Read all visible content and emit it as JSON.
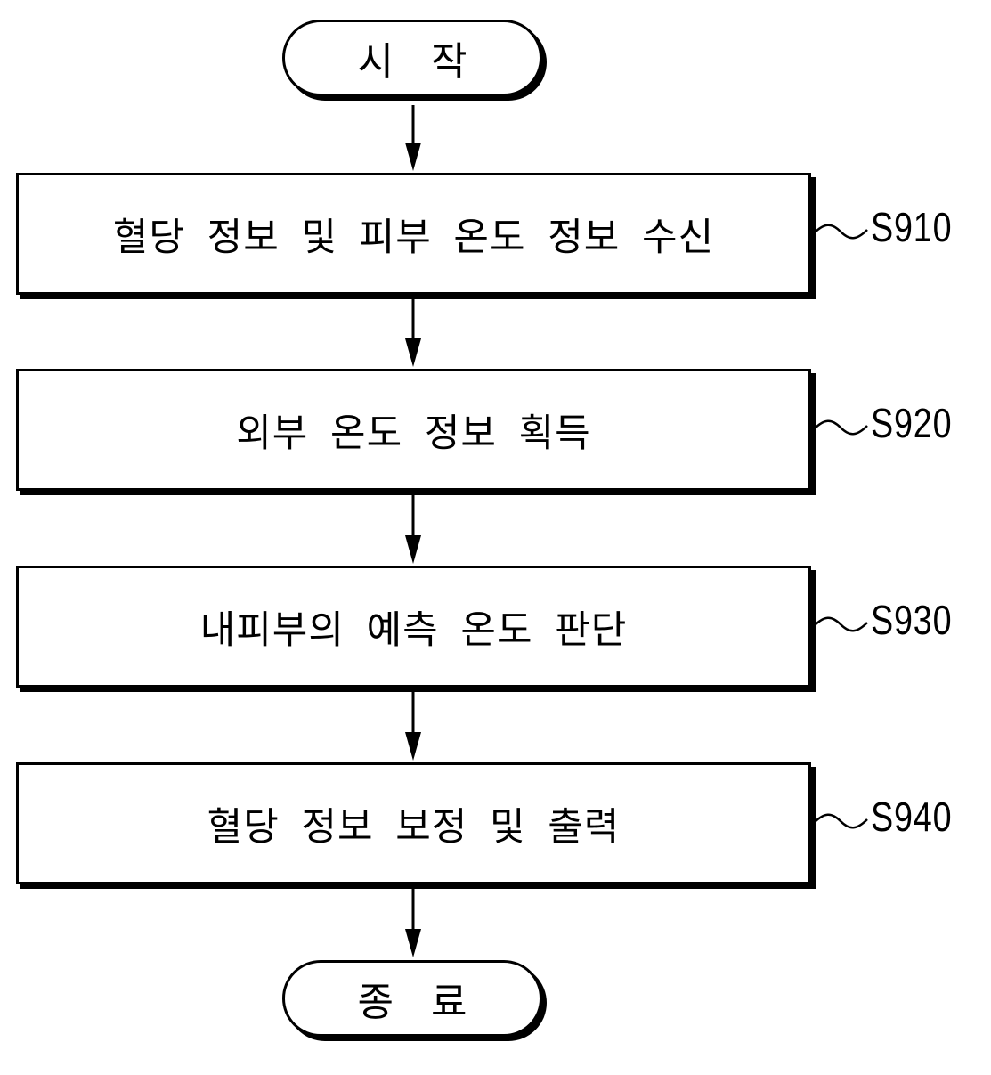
{
  "start": {
    "label": "시 작"
  },
  "steps": [
    {
      "code": "S910",
      "label": "혈당 정보 및 피부 온도 정보 수신"
    },
    {
      "code": "S920",
      "label": "외부 온도 정보 획득"
    },
    {
      "code": "S930",
      "label": "내피부의 예측 온도 판단"
    },
    {
      "code": "S940",
      "label": "혈당 정보 보정 및 출력"
    }
  ],
  "end": {
    "label": "종 료"
  }
}
